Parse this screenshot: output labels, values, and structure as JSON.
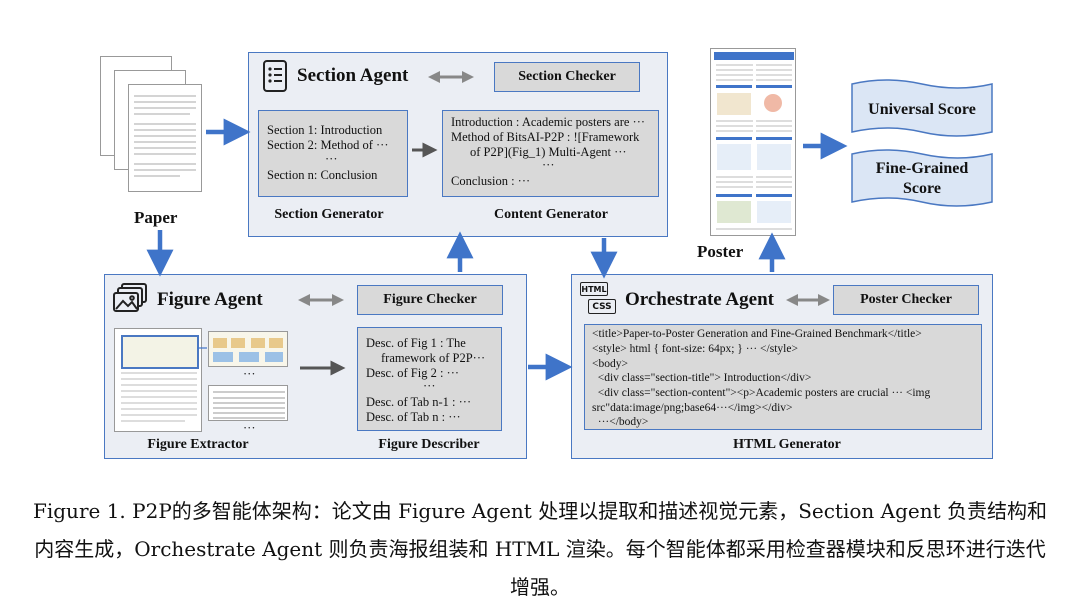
{
  "paper_label": "Paper",
  "poster_label": "Poster",
  "section_agent": {
    "title": "Section Agent",
    "checker": "Section Checker",
    "generator_label": "Section Generator",
    "content_label": "Content Generator",
    "sections": [
      "Section 1:  Introduction",
      "Section 2:  Method of ···",
      "···",
      "Section n:  Conclusion"
    ],
    "content": [
      "Introduction : Academic posters are ···",
      "Method of BitsAI-P2P : ![Framework",
      "of P2P](Fig_1) Multi-Agent ···",
      "···",
      "Conclusion : ···"
    ]
  },
  "figure_agent": {
    "title": "Figure Agent",
    "checker": "Figure  Checker",
    "extractor_label": "Figure  Extractor",
    "describer_label": "Figure  Describer",
    "descriptions": [
      "Desc. of Fig 1 : The",
      "framework of  P2P···",
      "Desc. of Fig 2 : ···",
      "···",
      "Desc. of Tab n-1 : ···",
      "Desc. of Tab n : ···"
    ]
  },
  "orchestrate_agent": {
    "title": "Orchestrate Agent",
    "checker": "Poster Checker",
    "generator_label": "HTML Generator",
    "icon_top": "HTML",
    "icon_bottom": "CSS",
    "code": [
      "<title>Paper-to-Poster Generation and Fine-Grained Benchmark</title>",
      "<style> html { font-size: 64px; } ···  </style>",
      "<body>",
      "  <div class=\"section-title\"> Introduction</div>",
      "  <div class=\"section-content\"><p>Academic posters are crucial ··· <img",
      "src\"data:image/png;base64···</img></div>",
      "  ···</body>"
    ]
  },
  "scores": [
    "Universal Score",
    "Fine-Grained Score"
  ],
  "caption": "Figure 1. P2P的多智能体架构：论文由 Figure Agent 处理以提取和描述视觉元素，Section Agent 负责结构和内容生成，Orchestrate Agent 则负责海报组装和 HTML 渲染。每个智能体都采用检查器模块和反思环进行迭代增强。",
  "colors": {
    "arrow": "#3f74c9",
    "panel_border": "#4a78c2",
    "panel_bg": "#ebeef4",
    "box_bg": "#d9d9d9"
  }
}
